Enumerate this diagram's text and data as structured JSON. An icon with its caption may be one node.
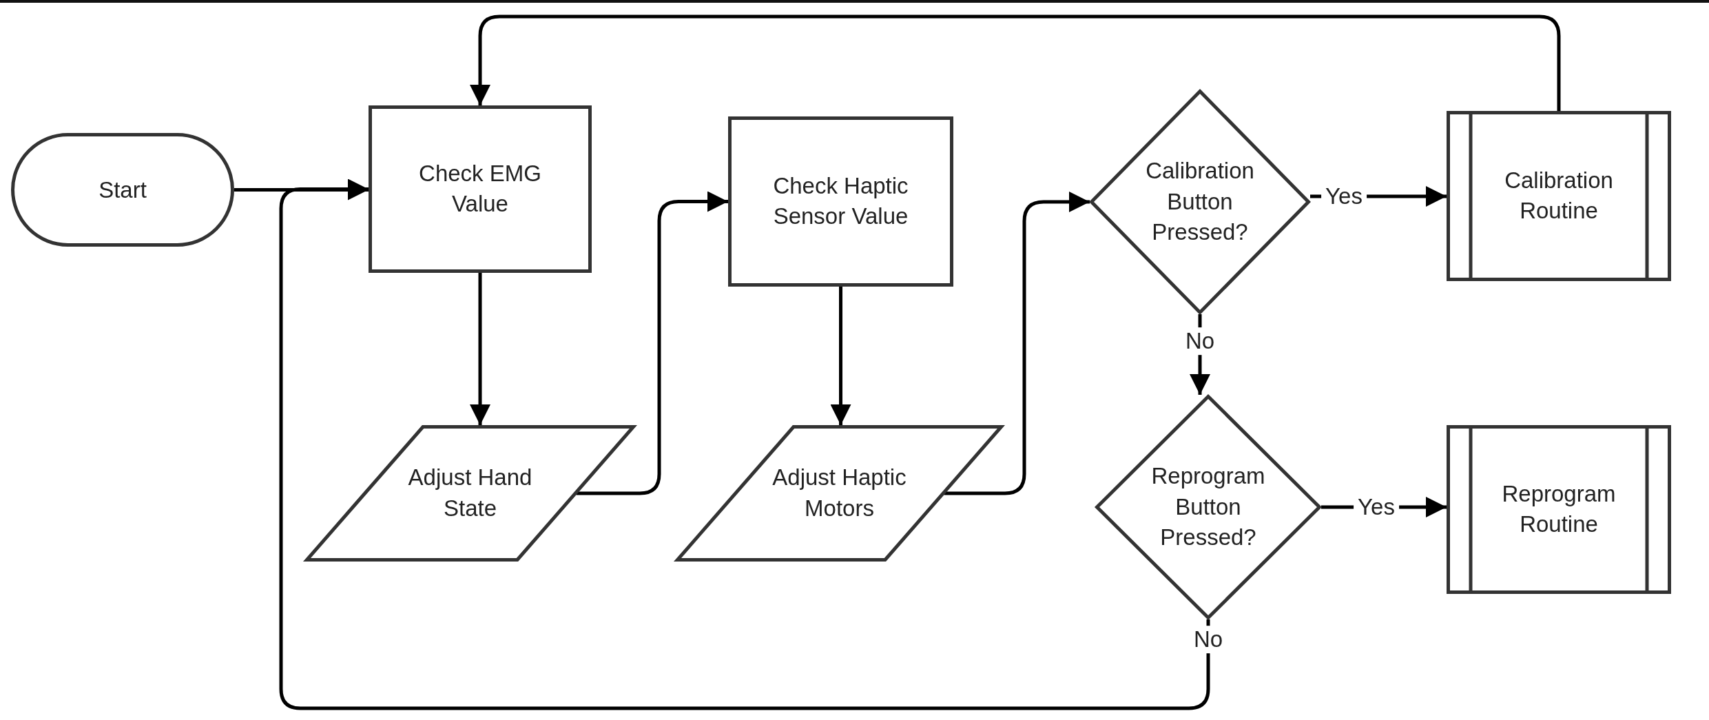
{
  "diagram": {
    "nodes": [
      {
        "text": [
          "Start"
        ]
      },
      {
        "text": [
          "Check EMG Value"
        ]
      },
      {
        "text": [
          "Adjust Hand State"
        ]
      },
      {
        "text": [
          "Check Haptic Sensor Value"
        ]
      },
      {
        "text": [
          "Adjust Haptic Motors"
        ]
      },
      {
        "text": [
          "Calibration Button Pressed?"
        ]
      },
      {
        "text": [
          "Calibration Routine"
        ]
      },
      {
        "text": [
          "Reprogram Button Pressed?"
        ]
      },
      {
        "text": [
          "Reprogram Routine"
        ]
      }
    ],
    "edges": [
      {
        "from": 0,
        "to": 1,
        "arrow": "to"
      },
      {
        "from": 1,
        "to": 2,
        "arrow": "to"
      },
      {
        "from": 2,
        "to": 3,
        "arrow": "to"
      },
      {
        "from": 3,
        "to": 4,
        "arrow": "to"
      },
      {
        "from": 4,
        "to": 5,
        "arrow": "to"
      },
      {
        "from": 5,
        "to": 6,
        "arrow": "to",
        "label": "Yes"
      },
      {
        "from": 5,
        "to": 7,
        "arrow": "to",
        "label": "No"
      },
      {
        "from": 7,
        "to": 8,
        "arrow": "to",
        "label": "Yes"
      },
      {
        "from": 7,
        "to": 1,
        "arrow": "to",
        "label": "No"
      },
      {
        "from": 6,
        "to": 1,
        "arrow": "to"
      }
    ]
  }
}
